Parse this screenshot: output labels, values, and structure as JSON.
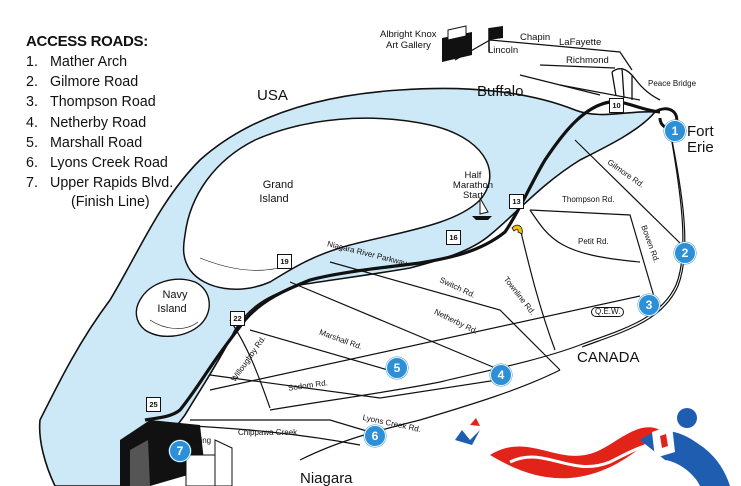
{
  "legend": {
    "title": "ACCESS ROADS:",
    "items": [
      {
        "num": "1.",
        "name": "Mather Arch"
      },
      {
        "num": "2.",
        "name": "Gilmore Road"
      },
      {
        "num": "3.",
        "name": "Thompson Road"
      },
      {
        "num": "4.",
        "name": "Netherby Road"
      },
      {
        "num": "5.",
        "name": "Marshall Road"
      },
      {
        "num": "6.",
        "name": "Lyons Creek Road"
      },
      {
        "num": "7.",
        "name": "Upper Rapids Blvd."
      }
    ],
    "finish_note": "(Finish Line)"
  },
  "regions": {
    "usa": "USA",
    "buffalo": "Buffalo",
    "canada": "CANADA",
    "fort_erie_line1": "Fort",
    "fort_erie_line2": "Erie",
    "niagara": "Niagara",
    "grand_island_line1": "Grand",
    "grand_island_line2": "Island",
    "navy_island_line1": "Navy",
    "navy_island_line2": "Island"
  },
  "landmarks": {
    "albright_line1": "Albright Knox",
    "albright_line2": "Art Gallery",
    "lincoln": "Lincoln",
    "chapin": "Chapin",
    "lafayette": "LaFayette",
    "richmond": "Richmond",
    "peace_bridge": "Peace Bridge",
    "half_marathon_line1": "Half",
    "half_marathon_line2": "Marathon",
    "half_marathon_line3": "Start",
    "parking": "Parking"
  },
  "roads": {
    "gilmore": "Gilmore Rd.",
    "thompson": "Thompson Rd.",
    "bowen": "Bowen Rd.",
    "petit": "Petit Rd.",
    "qew": "Q.E.W.",
    "niagara_parkway": "Niagara River Parkway",
    "switch": "Switch Rd.",
    "townline": "Townline Rd.",
    "netherby": "Netherby Rd.",
    "marshall": "Marshall Rd.",
    "willoughby": "Willoughby Rd.",
    "sodom": "Sodom Rd.",
    "lyons_creek": "Lyons Creek Rd.",
    "chippawa_creek": "Chippawa Creek"
  },
  "markers": [
    "1",
    "2",
    "3",
    "4",
    "5",
    "6",
    "7"
  ],
  "highway_shields": [
    "10",
    "13",
    "16",
    "19",
    "22",
    "25"
  ],
  "colors": {
    "water": "#cde9f7",
    "marker": "#2d8fd6",
    "logo_red": "#e2231a",
    "logo_blue": "#1f5db0"
  }
}
